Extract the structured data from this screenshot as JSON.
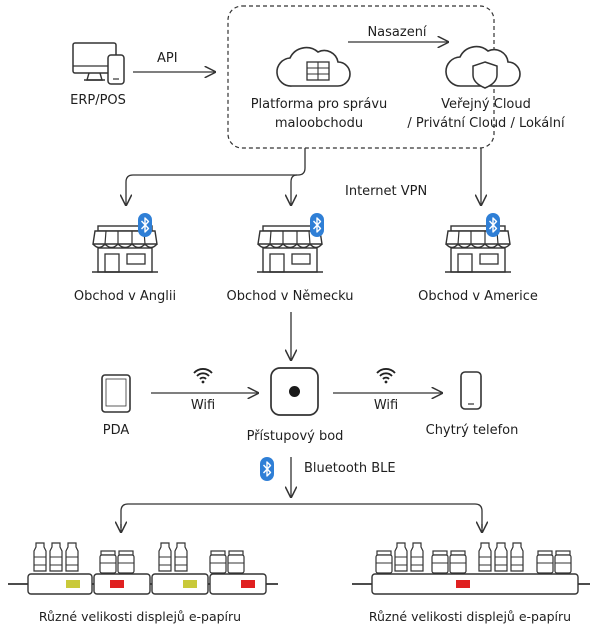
{
  "nodes": {
    "erp": "ERP/POS",
    "platform_line1": "Platforma pro správu",
    "platform_line2": "maloobchodu",
    "cloud_line1": "Veřejný Cloud",
    "cloud_line2": "/ Privátní Cloud / Lokální",
    "store_uk": "Obchod v Anglii",
    "store_de": "Obchod v Německu",
    "store_us": "Obchod v Americe",
    "pda": "PDA",
    "access_point": "Přístupový bod",
    "phone": "Chytrý telefon",
    "shelf_left": "Různé velikosti displejů e-papíru",
    "shelf_right": "Různé velikosti displejů e-papíru"
  },
  "edges": {
    "api": "API",
    "deploy": "Nasazení",
    "vpn": "Internet VPN",
    "wifi_left": "Wifi",
    "wifi_right": "Wifi",
    "ble": "Bluetooth BLE"
  },
  "colors": {
    "stroke": "#333333",
    "bluetooth": "#2f7fd6",
    "label_yellow": "#c9c93a",
    "label_red": "#e02020"
  },
  "icons": [
    "computer-icon",
    "phone-icon",
    "platform-cloud-icon",
    "shield-cloud-icon",
    "store-icon",
    "bluetooth-icon",
    "tablet-icon",
    "access-point-icon",
    "wifi-icon",
    "smartphone-icon",
    "shelf-icon"
  ]
}
